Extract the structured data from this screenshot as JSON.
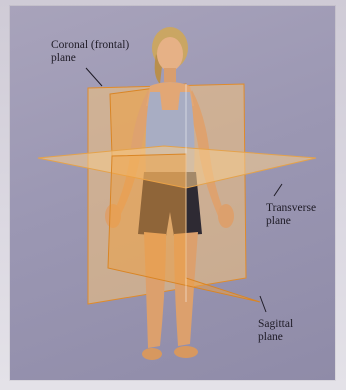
{
  "labels": {
    "coronal_line1": "Coronal (frontal)",
    "coronal_line2": "plane",
    "transverse_line1": "Transverse",
    "transverse_line2": "plane",
    "sagittal_line1": "Sagittal",
    "sagittal_line2": "plane"
  },
  "colors": {
    "background": "#9b97b3",
    "plane_orange": "#f0a040",
    "plane_light": "#f6c27a",
    "skin": "#e0a574",
    "top": "#9aa0b8",
    "shorts": "#2b2830"
  }
}
